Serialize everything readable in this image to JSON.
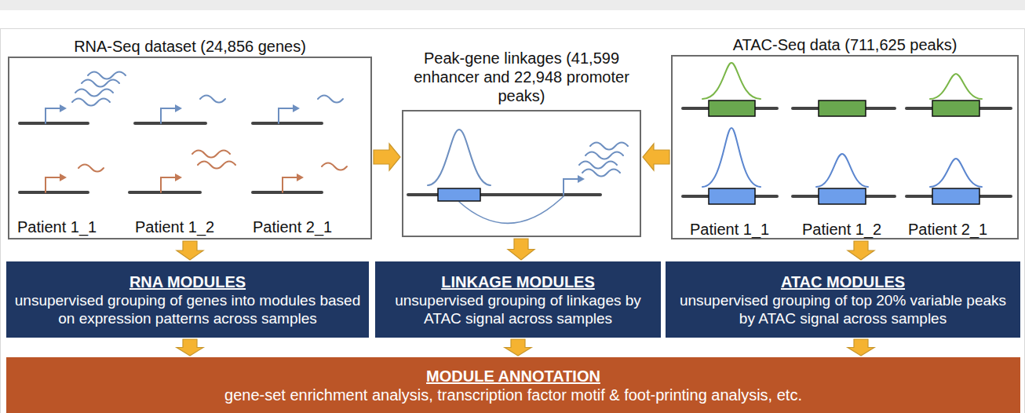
{
  "diagram": {
    "nodes": [
      {
        "text": [
          "RNA-Seq dataset (24,856 genes)",
          "Patient 1_1",
          "Patient 1_2",
          "Patient 2_1"
        ]
      },
      {
        "text": [
          "Peak-gene linkages (41,599 enhancer and 22,948 promoter peaks)"
        ]
      },
      {
        "text": [
          "ATAC-Seq data (711,625 peaks)",
          "Patient 1_1",
          "Patient 1_2",
          "Patient 2_1"
        ]
      },
      {
        "text": [
          "RNA MODULES",
          "unsupervised grouping of genes into modules based on expression patterns across samples"
        ]
      },
      {
        "text": [
          "LINKAGE MODULES",
          "unsupervised grouping of linkages by ATAC signal across samples"
        ]
      },
      {
        "text": [
          "ATAC MODULES",
          "unsupervised grouping of top 20% variable peaks by ATAC signal across samples"
        ]
      },
      {
        "text": [
          "MODULE ANNOTATION",
          "gene-set enrichment analysis, transcription factor motif & foot-printing analysis, etc."
        ]
      }
    ],
    "edges": [
      {
        "from": 0,
        "to": 1,
        "arrow": "to"
      },
      {
        "from": 2,
        "to": 1,
        "arrow": "to"
      },
      {
        "from": 0,
        "to": 3,
        "arrow": "to"
      },
      {
        "from": 1,
        "to": 4,
        "arrow": "to"
      },
      {
        "from": 2,
        "to": 5,
        "arrow": "to"
      },
      {
        "from": 3,
        "to": 6,
        "arrow": "to"
      },
      {
        "from": 4,
        "to": 6,
        "arrow": "to"
      },
      {
        "from": 5,
        "to": 6,
        "arrow": "to"
      }
    ]
  }
}
